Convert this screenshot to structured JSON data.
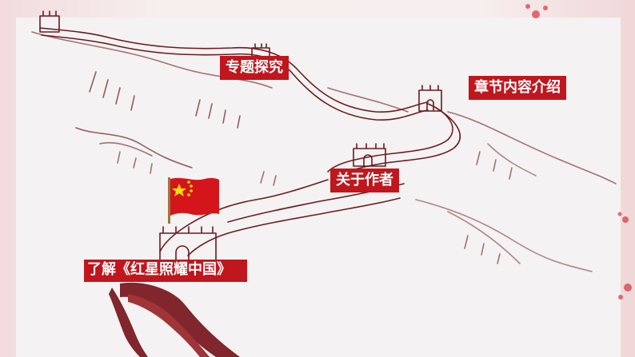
{
  "slide": {
    "labels": {
      "topic_research": "专题探究",
      "chapter_intro": "章节内容介绍",
      "about_author": "关于作者",
      "know_book": "了解《红星照耀中国》"
    },
    "icons": {
      "flag": "china-flag-icon",
      "wall": "great-wall-illustration"
    },
    "colors": {
      "accent": "#c0161d",
      "wall_stroke": "#6b1a1f",
      "background": "#f4f2f2"
    }
  }
}
